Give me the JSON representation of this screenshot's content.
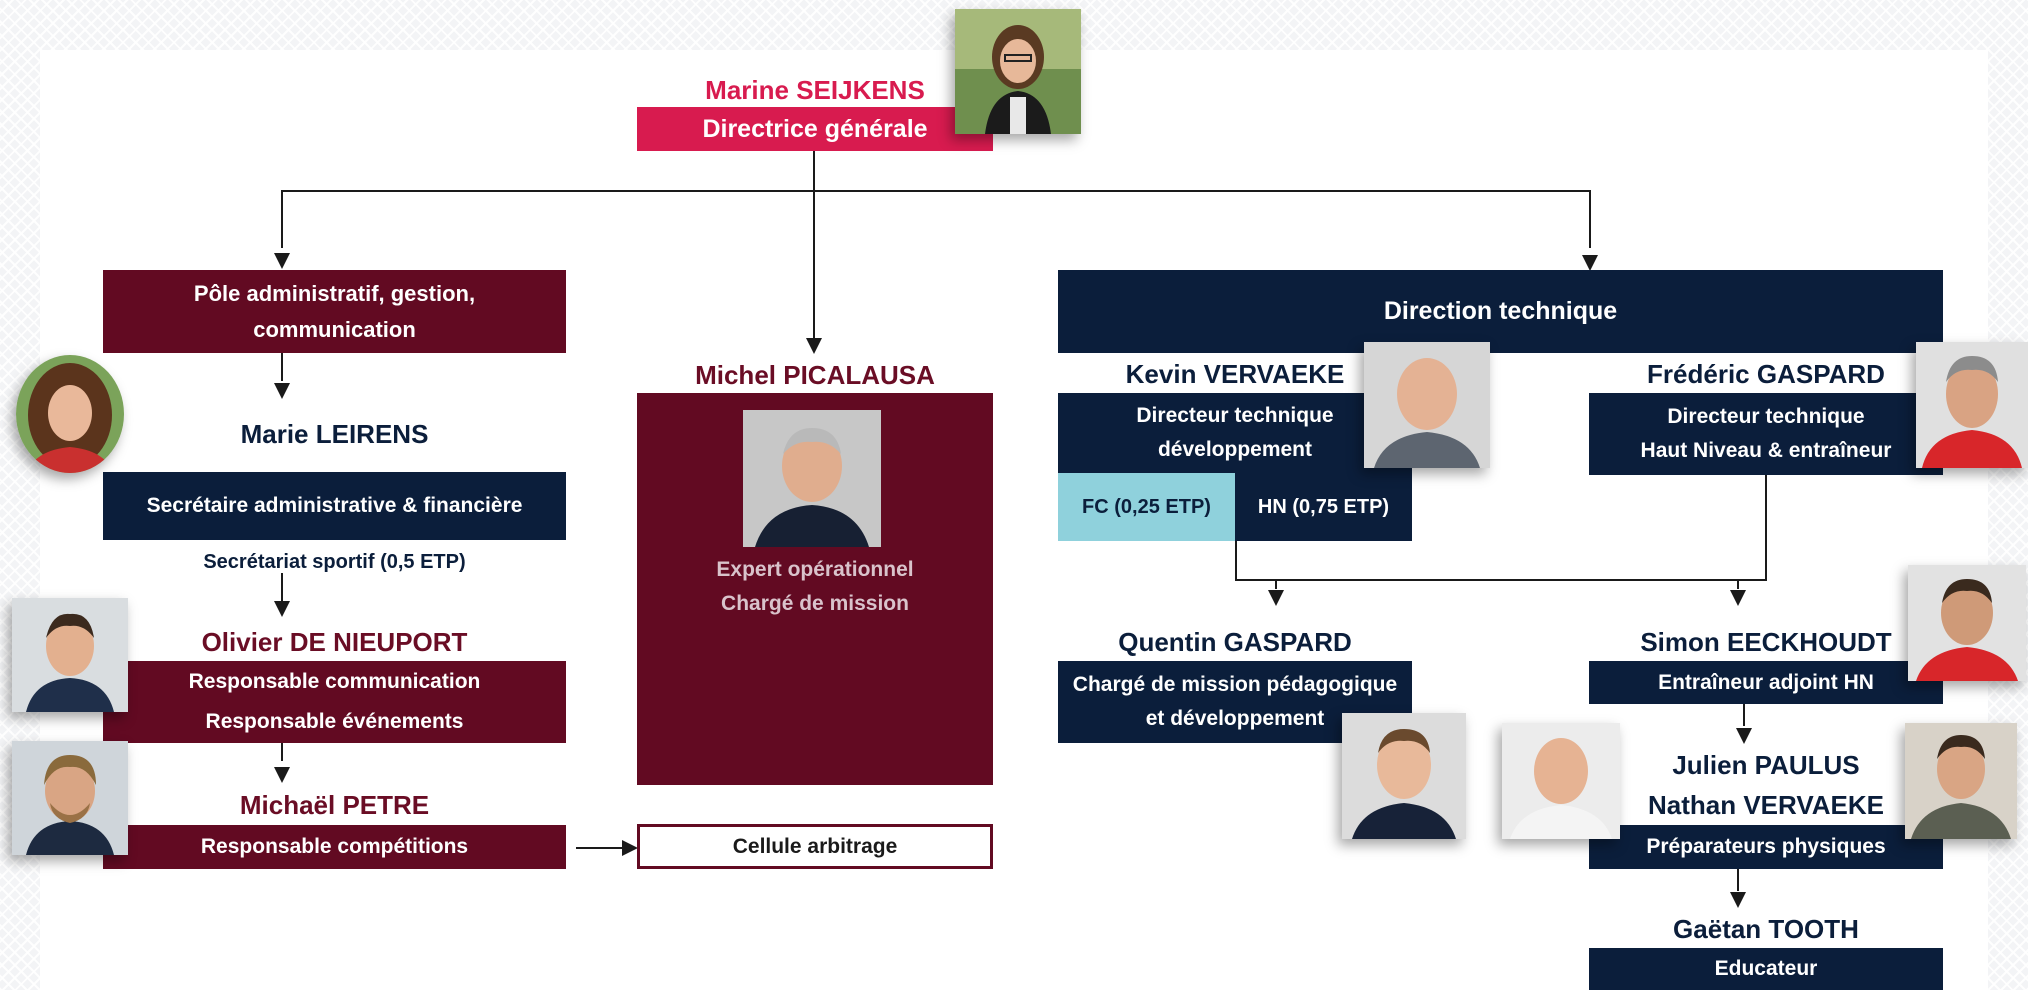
{
  "director": {
    "name": "Marine SEIJKENS",
    "role": "Directrice générale"
  },
  "admin": {
    "header": "Pôle administratif, gestion, communication",
    "person1": {
      "name": "Marie LEIRENS",
      "role": "Secrétaire administrative & financière"
    },
    "note": "Secrétariat sportif (0,5 ETP)",
    "person2": {
      "name": "Olivier DE NIEUPORT",
      "role_line1": "Responsable communication",
      "role_line2": "Responsable événements"
    },
    "person3": {
      "name": "Michaël PETRE",
      "role": "Responsable compétitions"
    }
  },
  "expert": {
    "name": "Michel PICALAUSA",
    "role_line1": "Expert opérationnel",
    "role_line2": "Chargé de mission"
  },
  "arbitrage": {
    "label": "Cellule arbitrage"
  },
  "technique": {
    "header": "Direction technique",
    "kevin": {
      "name": "Kevin VERVAEKE",
      "role_line1": "Directeur technique",
      "role_line2": "développement",
      "fc": "FC (0,25 ETP)",
      "hn": "HN (0,75 ETP)"
    },
    "frederic": {
      "name": "Frédéric GASPARD",
      "role_line1": "Directeur technique",
      "role_line2": "Haut Niveau & entraîneur"
    },
    "quentin": {
      "name": "Quentin GASPARD",
      "role_line1": "Chargé de mission pédagogique",
      "role_line2": "et développement"
    },
    "simon": {
      "name": "Simon EECKHOUDT",
      "role": "Entraîneur adjoint HN"
    },
    "julien_nathan": {
      "name1": "Julien PAULUS",
      "name2": "Nathan VERVAEKE",
      "role": "Préparateurs physiques"
    },
    "gaetan": {
      "name": "Gaëtan TOOTH",
      "role": "Educateur"
    }
  },
  "colors": {
    "burgundy": "#620a22",
    "navy": "#0b1e3b",
    "pink": "#d81b4f",
    "cyan": "#8fd1dc"
  }
}
